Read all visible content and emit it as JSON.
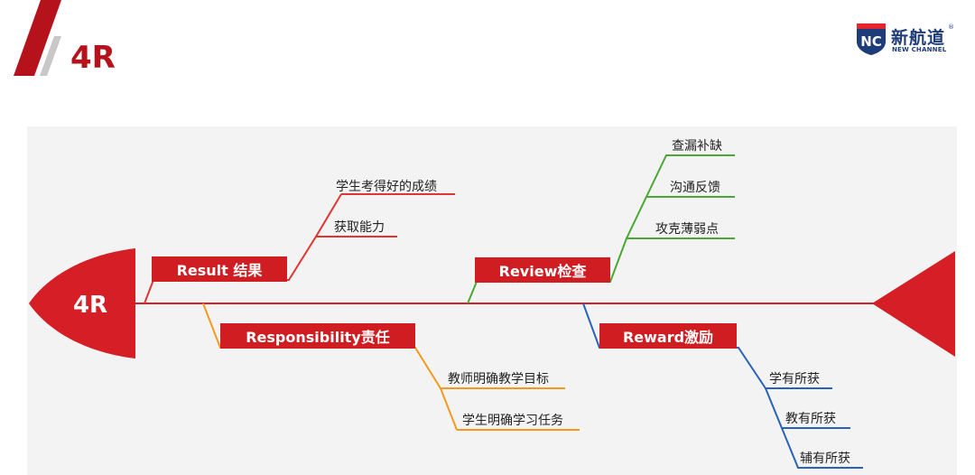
{
  "slide": {
    "title": "4R"
  },
  "logo": {
    "icon_text": "NC",
    "name_cn": "新航道",
    "name_en": "NEW CHANNEL",
    "registered_mark": "®"
  },
  "diagram": {
    "head_label": "4R",
    "colors": {
      "red": "#d51e25",
      "orange": "#f39a1e",
      "green": "#4aa832",
      "blue": "#2a62b8",
      "spine": "#d51e25"
    },
    "branches": {
      "result": {
        "label": "Result 结果",
        "items": [
          "学生考得好的成绩",
          "获取能力"
        ]
      },
      "responsibility": {
        "label": "Responsibility责任",
        "items": [
          "教师明确教学目标",
          "学生明确学习任务"
        ]
      },
      "review": {
        "label": "Review检查",
        "items": [
          "查漏补缺",
          "沟通反馈",
          "攻克薄弱点"
        ]
      },
      "reward": {
        "label": "Reward激励",
        "items": [
          "学有所获",
          "教有所获",
          "辅有所获"
        ]
      }
    }
  }
}
